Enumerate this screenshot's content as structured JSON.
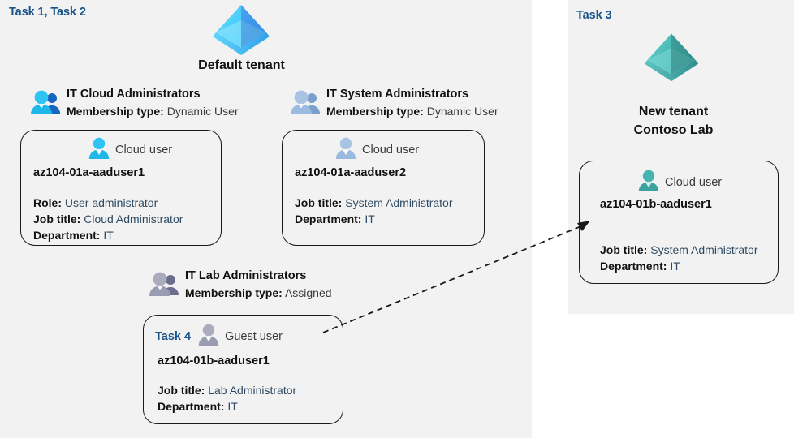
{
  "panels": {
    "left": {
      "task_tag": "Task 1, Task 2"
    },
    "right": {
      "task_tag": "Task 3"
    }
  },
  "tenants": [
    {
      "icon": "azure-tenant-icon",
      "color": "#32bdef",
      "name": "Default tenant",
      "line1": "Default tenant",
      "line2": ""
    },
    {
      "icon": "azure-tenant-icon",
      "color": "#49b3b0",
      "name": "New tenant Contoso Lab",
      "line1": "New  tenant",
      "line2": "Contoso Lab"
    }
  ],
  "groups": [
    {
      "icon": "group-users-icon",
      "name": "IT Cloud Administrators",
      "meta_label": "Membership type:",
      "meta_value": "Dynamic User"
    },
    {
      "icon": "group-users-icon",
      "name": "IT System Administrators",
      "meta_label": "Membership type:",
      "meta_value": "Dynamic User"
    },
    {
      "icon": "group-users-icon",
      "name": "IT Lab Administrators",
      "meta_label": "Membership type:",
      "meta_value": "Assigned"
    }
  ],
  "cards": [
    {
      "id": "card-aaduser1-default",
      "task_inline": "",
      "user_icon": "cloud-user-icon",
      "kind": "Cloud user",
      "upn": "az104-01a-aaduser1",
      "attrs": [
        {
          "label": "Role:",
          "value": "User administrator"
        },
        {
          "label": "Job title:",
          "value": "Cloud Administrator"
        },
        {
          "label": "Department:",
          "value": "IT"
        }
      ]
    },
    {
      "id": "card-aaduser2-default",
      "task_inline": "",
      "user_icon": "cloud-user-icon",
      "kind": "Cloud user",
      "upn": "az104-01a-aaduser2",
      "attrs": [
        {
          "label": "Job title:",
          "value": "System Administrator"
        },
        {
          "label": "Department:",
          "value": "IT"
        }
      ]
    },
    {
      "id": "card-guest-aaduser1",
      "task_inline": "Task 4",
      "user_icon": "guest-user-icon",
      "kind": "Guest user",
      "upn": "az104-01b-aaduser1",
      "attrs": [
        {
          "label": "Job title:",
          "value": "Lab Administrator"
        },
        {
          "label": "Department:",
          "value": "IT"
        }
      ]
    },
    {
      "id": "card-aaduser1-contoso",
      "task_inline": "",
      "user_icon": "cloud-user-icon",
      "kind": "Cloud user",
      "upn": "az104-01b-aaduser1",
      "attrs": [
        {
          "label": "Job title:",
          "value": "System Administrator"
        },
        {
          "label": "Department:",
          "value": "IT"
        }
      ]
    }
  ],
  "connector": {
    "name": "invite-guest-arrow",
    "style": "dashed-arrow"
  },
  "colors": {
    "panel_bg": "#f2f2f2",
    "task_tag": "#18538a",
    "text": "#111111",
    "value_text": "#2e4a63",
    "card_border": "#1a1a1a",
    "tenant_blue": "#32bdef",
    "tenant_teal": "#49b3b0"
  }
}
